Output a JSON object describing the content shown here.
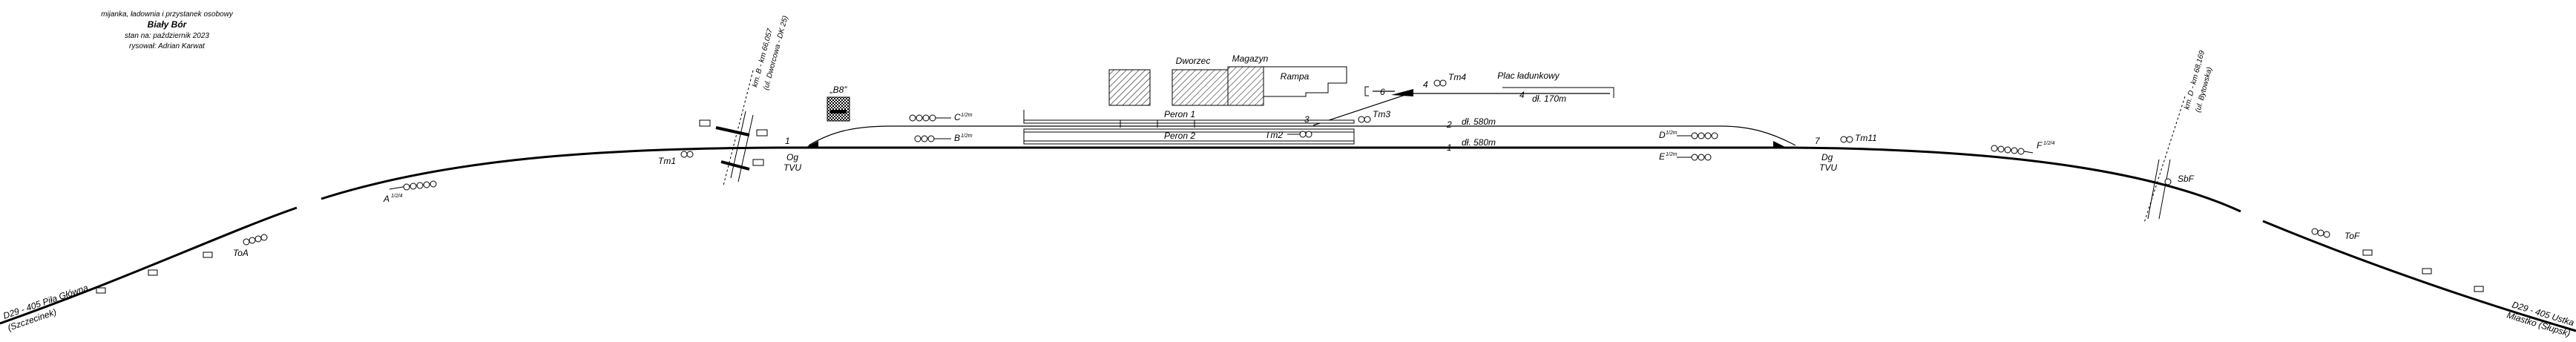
{
  "header": {
    "subtitle": "mijanka, ładownia i przystanek osobowy",
    "station_name": "Biały Bór",
    "status": "stan na: październik 2023",
    "author": "rysował: Adrian Karwat"
  },
  "km_markers": {
    "left": {
      "line1": "km. B - km 66,057",
      "line2": "(ul. Dworcowa - DK 25)"
    },
    "right": {
      "line1": "km. D - km 68,169",
      "line2": "(ul. Bytowska)"
    }
  },
  "buildings": {
    "dworzec": "Dworzec",
    "magazyn": "Magazyn",
    "rampa": "Rampa",
    "plac": "Plac ładunkowy",
    "plac_length": "dł. 170m",
    "shelter": "„B8”"
  },
  "platforms": {
    "peron1": "Peron 1",
    "peron2": "Peron 2"
  },
  "tracks": {
    "track1": {
      "number": "1",
      "length": "dł. 580m"
    },
    "track2": {
      "number": "2",
      "length": "dł. 580m"
    },
    "siding4": "4",
    "siding6": "6"
  },
  "turnouts": [
    "1",
    "3",
    "4",
    "7"
  ],
  "tvu": {
    "left": {
      "id": "Og",
      "label": "TVU"
    },
    "right": {
      "id": "Dg",
      "label": "TVU"
    }
  },
  "signals": {
    "A": "A",
    "A_sup": "1/2/4",
    "B": "B",
    "B_sup": "1/2m",
    "C": "C",
    "C_sup": "1/2m",
    "D": "D",
    "D_sup": "1/2m",
    "E": "E",
    "E_sup": "1/2m",
    "F": "F",
    "F_sup": "1/2/4",
    "tm1": "Tm1",
    "tm2": "Tm2",
    "tm3": "Tm3",
    "tm4": "Tm4",
    "tm11": "Tm11",
    "toa": "ToA",
    "tof": "ToF",
    "sbf": "SbF"
  },
  "ends": {
    "left_line1": "D29 - 405 Piła Główna",
    "left_line2": "(Szczecinek)",
    "right_line1": "D29 - 405 Ustka",
    "right_line2": "Miastko (Słupsk)"
  },
  "colors": {
    "track": "#000000",
    "background": "#ffffff"
  }
}
